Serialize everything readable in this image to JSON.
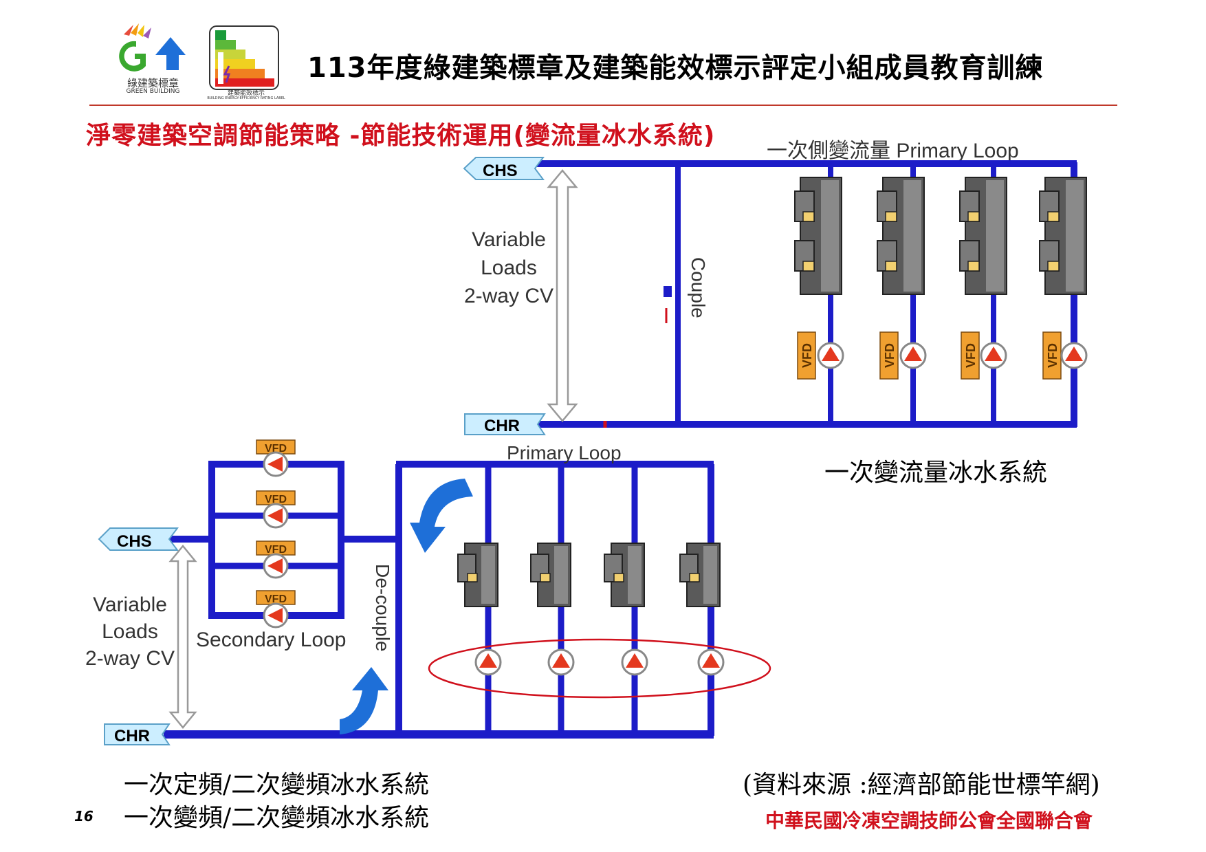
{
  "header": {
    "title": "113年度綠建築標章及建築能效標示評定小組成員教育訓練",
    "logo_green_building": {
      "name_zh": "綠建築標章",
      "name_en": "GREEN BUILDING"
    },
    "logo_energy_label": {
      "name_zh": "建築能效標示",
      "name_en": "BUILDING ENERGY-EFFICIENCY RATING LABEL"
    }
  },
  "slide_title": "淨零建築空調節能策略 -節能技術運用(變流量冰水系統)",
  "diagram_top": {
    "header_partial": "一次側變流量 Primary Loop",
    "chs_label": "CHS",
    "chr_label": "CHR",
    "load_label": [
      "Variable",
      "Loads",
      "2-way CV"
    ],
    "couple_label": "Couple",
    "vfd_label": "VFD",
    "caption": "一次變流量冰水系統"
  },
  "diagram_bottom": {
    "chs_label": "CHS",
    "chr_label": "CHR",
    "load_label": [
      "Variable",
      "Loads",
      "2-way CV"
    ],
    "secondary_loop_label": "Secondary Loop",
    "primary_loop_label": "Primary Loop",
    "decouple_label": "De-couple",
    "vfd_label": "VFD"
  },
  "captions": {
    "line1": "一次定頻/二次變頻冰水系統",
    "line2": "一次變頻/二次變頻冰水系統",
    "source": "(資料來源 :經濟部節能世標竿網)"
  },
  "footer": {
    "page_number": "16",
    "org": "中華民國冷凍空調技師公會全國聯合會"
  },
  "colors": {
    "pipe": "#1c1cc8",
    "accent_red": "#d0101c",
    "vfd_orange": "#f0a030",
    "arrow_blue": "#1e6fd8"
  }
}
